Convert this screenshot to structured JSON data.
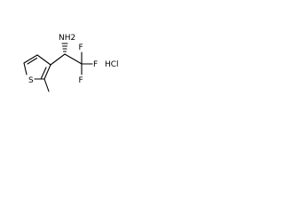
{
  "molecule": {
    "atoms": {
      "amine": "NH2",
      "fluorine_1": "F",
      "fluorine_2": "F",
      "fluorine_3": "F",
      "sulfur": "S",
      "salt": "HCl"
    },
    "colors": {
      "ink": "#000000",
      "background": "#ffffff"
    }
  }
}
